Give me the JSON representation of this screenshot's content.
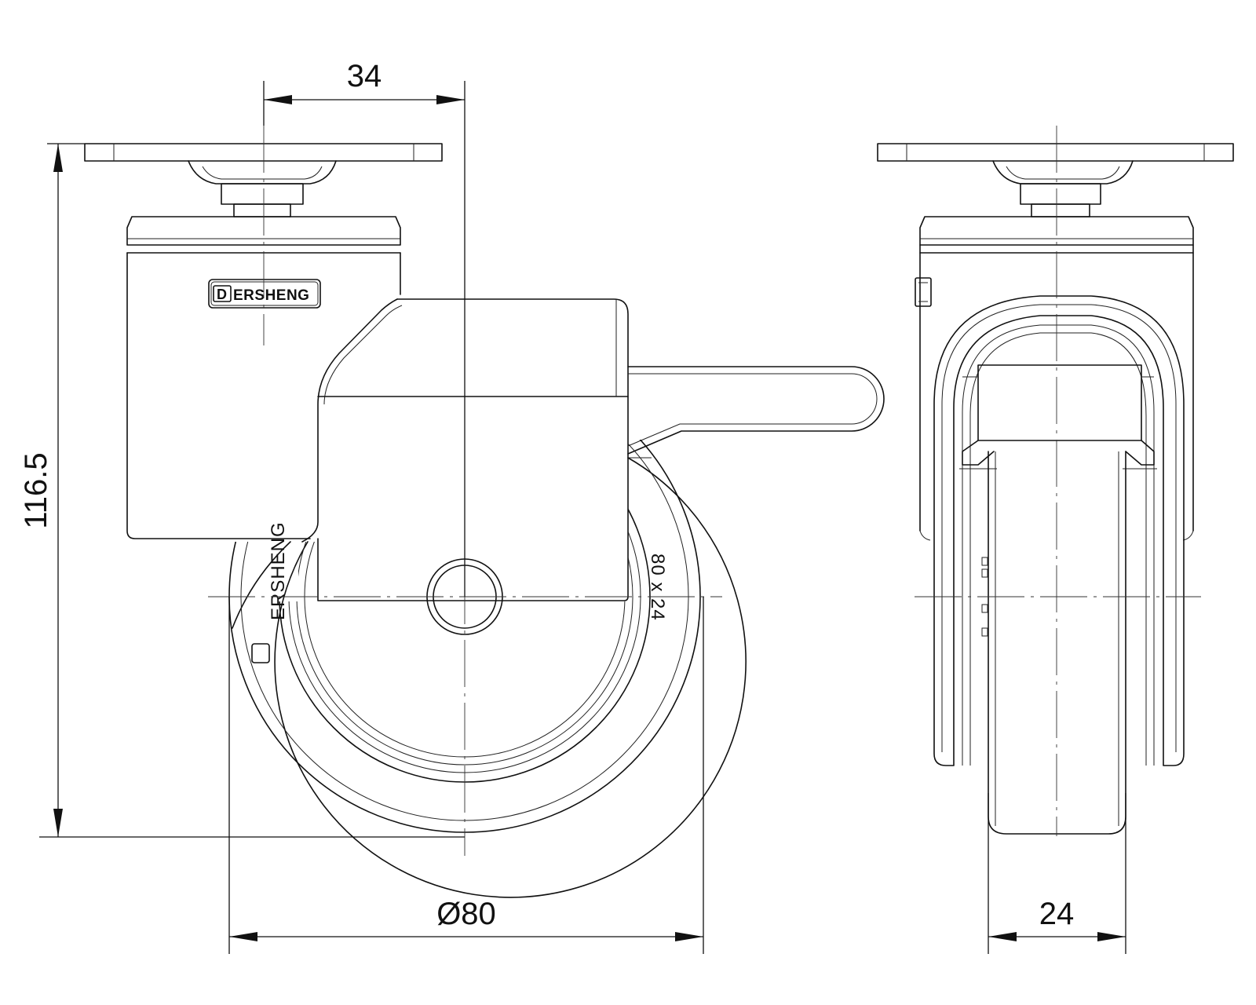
{
  "drawing": {
    "views": [
      "side-view",
      "front-view"
    ],
    "brand": {
      "logo_letter": "D",
      "plate_text": "ERSHENG",
      "tire_text": "ERSHENG"
    },
    "tire_marking": "80 x 24",
    "dimensions": {
      "offset": "34",
      "height": "116.5",
      "wheel_diameter": "Ø80",
      "wheel_width": "24"
    }
  }
}
